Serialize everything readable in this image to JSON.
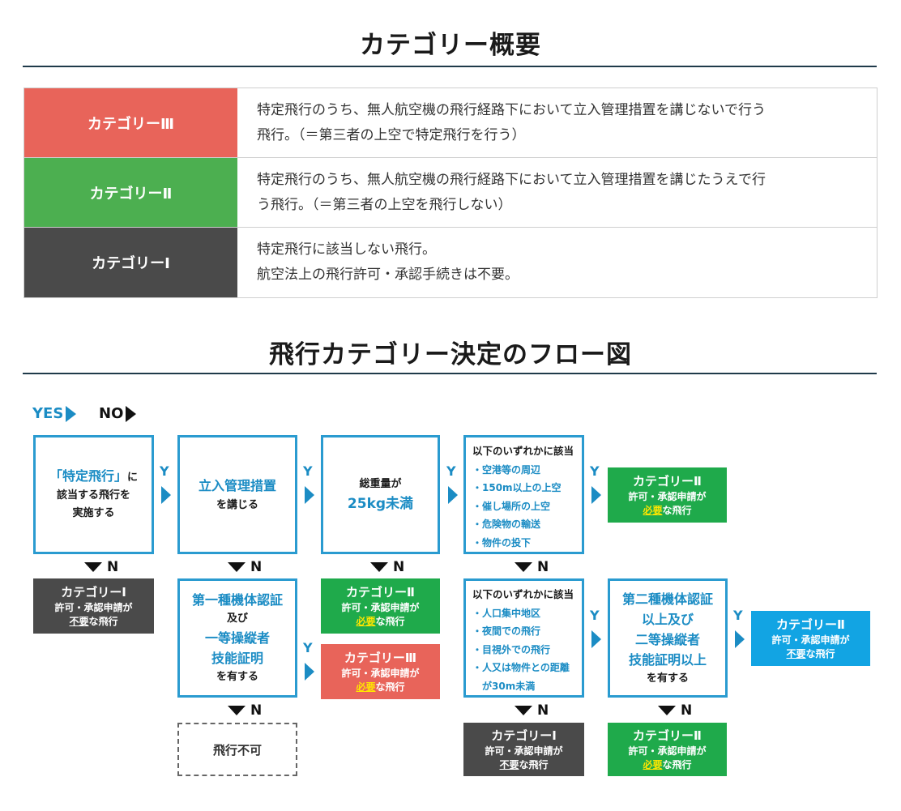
{
  "overview": {
    "title": "カテゴリー概要",
    "rows": [
      {
        "category": "カテゴリーⅢ",
        "color": "#e8645a",
        "lines": [
          "特定飛行のうち、無人航空機の飛行経路下において立入管理措置を講じないで行う",
          "飛行。（＝第三者の上空で特定飛行を行う）"
        ]
      },
      {
        "category": "カテゴリーⅡ",
        "color": "#4caf50",
        "lines": [
          "特定飛行のうち、無人航空機の飛行経路下において立入管理措置を講じたうえで行",
          "う飛行。（＝第三者の上空を飛行しない）"
        ]
      },
      {
        "category": "カテゴリーⅠ",
        "color": "#4a4a4a",
        "lines": [
          "特定飛行に該当しない飛行。",
          "航空法上の飛行許可・承認手続きは不要。"
        ]
      }
    ]
  },
  "flow": {
    "title": "飛行カテゴリー決定のフロー図",
    "legend": {
      "yes": "YES",
      "no": "NO",
      "yes_color": "#1b8cc4",
      "no_color": "#111111"
    },
    "y_label": "Y",
    "n_label": "N",
    "q1": {
      "line1a": "「特定飛行」",
      "line1b": "に",
      "line2": "該当する飛行を",
      "line3": "実施する"
    },
    "q2": {
      "line1": "立入管理措置",
      "line2": "を講じる"
    },
    "q3": {
      "line1": "総重量が",
      "line2": "25kg未満"
    },
    "q4": {
      "title": "以下のいずれかに該当",
      "items": [
        "・空港等の周辺",
        "・150m以上の上空",
        "・催し場所の上空",
        "・危険物の輸送",
        "・物件の投下"
      ]
    },
    "q5": {
      "line1": "第一種機体認証",
      "line2": "及び",
      "line3": "一等操縦者",
      "line4": "技能証明",
      "line5": "を有する"
    },
    "q6": {
      "title": "以下のいずれかに該当",
      "items": [
        "・人口集中地区",
        "・夜間での飛行",
        "・目視外での飛行",
        "・人又は物件との距離",
        "　が30m未満"
      ]
    },
    "q7": {
      "line1": "第二種機体認証",
      "line2": "以上及び",
      "line3": "二等操縦者",
      "line4": "技能証明以上",
      "line5": "を有する"
    },
    "permit_prefix": "許可・承認申請が",
    "required": "必要",
    "not_required": "不要",
    "flight_suffix": "な飛行",
    "cat1": "カテゴリーⅠ",
    "cat2": "カテゴリーⅡ",
    "cat3": "カテゴリーⅢ",
    "no_fly": "飛行不可"
  }
}
